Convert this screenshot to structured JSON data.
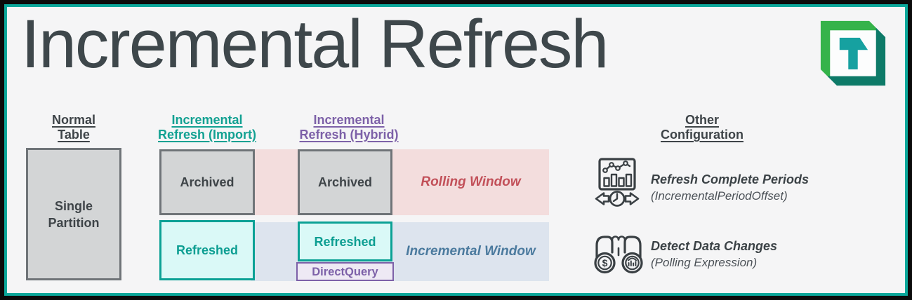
{
  "title": "Incremental Refresh",
  "logo": {
    "name": "tabular-editor-logo",
    "letter": "T",
    "colors": {
      "green": "#35b34a",
      "dark_teal": "#0d7a68",
      "t_teal": "#16a1a0"
    }
  },
  "colors": {
    "frame_teal": "#0ba89b",
    "accent_teal": "#12a192",
    "accent_purple": "#7d61a8",
    "rolling_red": "#c25059",
    "incremental_blue": "#4b7a9e",
    "pink_band": "#f3dddd",
    "blue_band": "#dde4ee",
    "gray_fill": "#d3d5d6",
    "teal_fill": "#daf9f7"
  },
  "columns": {
    "normal": {
      "header": "Normal\nTable"
    },
    "import": {
      "header": "Incremental\nRefresh (Import)"
    },
    "hybrid": {
      "header": "Incremental\nRefresh (Hybrid)"
    },
    "other": {
      "header": "Other\nConfiguration"
    }
  },
  "boxes": {
    "single_partition": "Single\nPartition",
    "import_archived": "Archived",
    "import_refreshed": "Refreshed",
    "hybrid_archived": "Archived",
    "hybrid_refreshed": "Refreshed",
    "directquery": "DirectQuery"
  },
  "bands": {
    "rolling_window": "Rolling Window",
    "incremental_window": "Incremental Window"
  },
  "other_config": {
    "items": [
      {
        "icon": "chart-clock-offset-icon",
        "title": "Refresh Complete Periods",
        "subtitle": "(IncrementalPeriodOffset)"
      },
      {
        "icon": "binoculars-icon",
        "title": "Detect Data Changes",
        "subtitle": "(Polling Expression)"
      }
    ]
  }
}
